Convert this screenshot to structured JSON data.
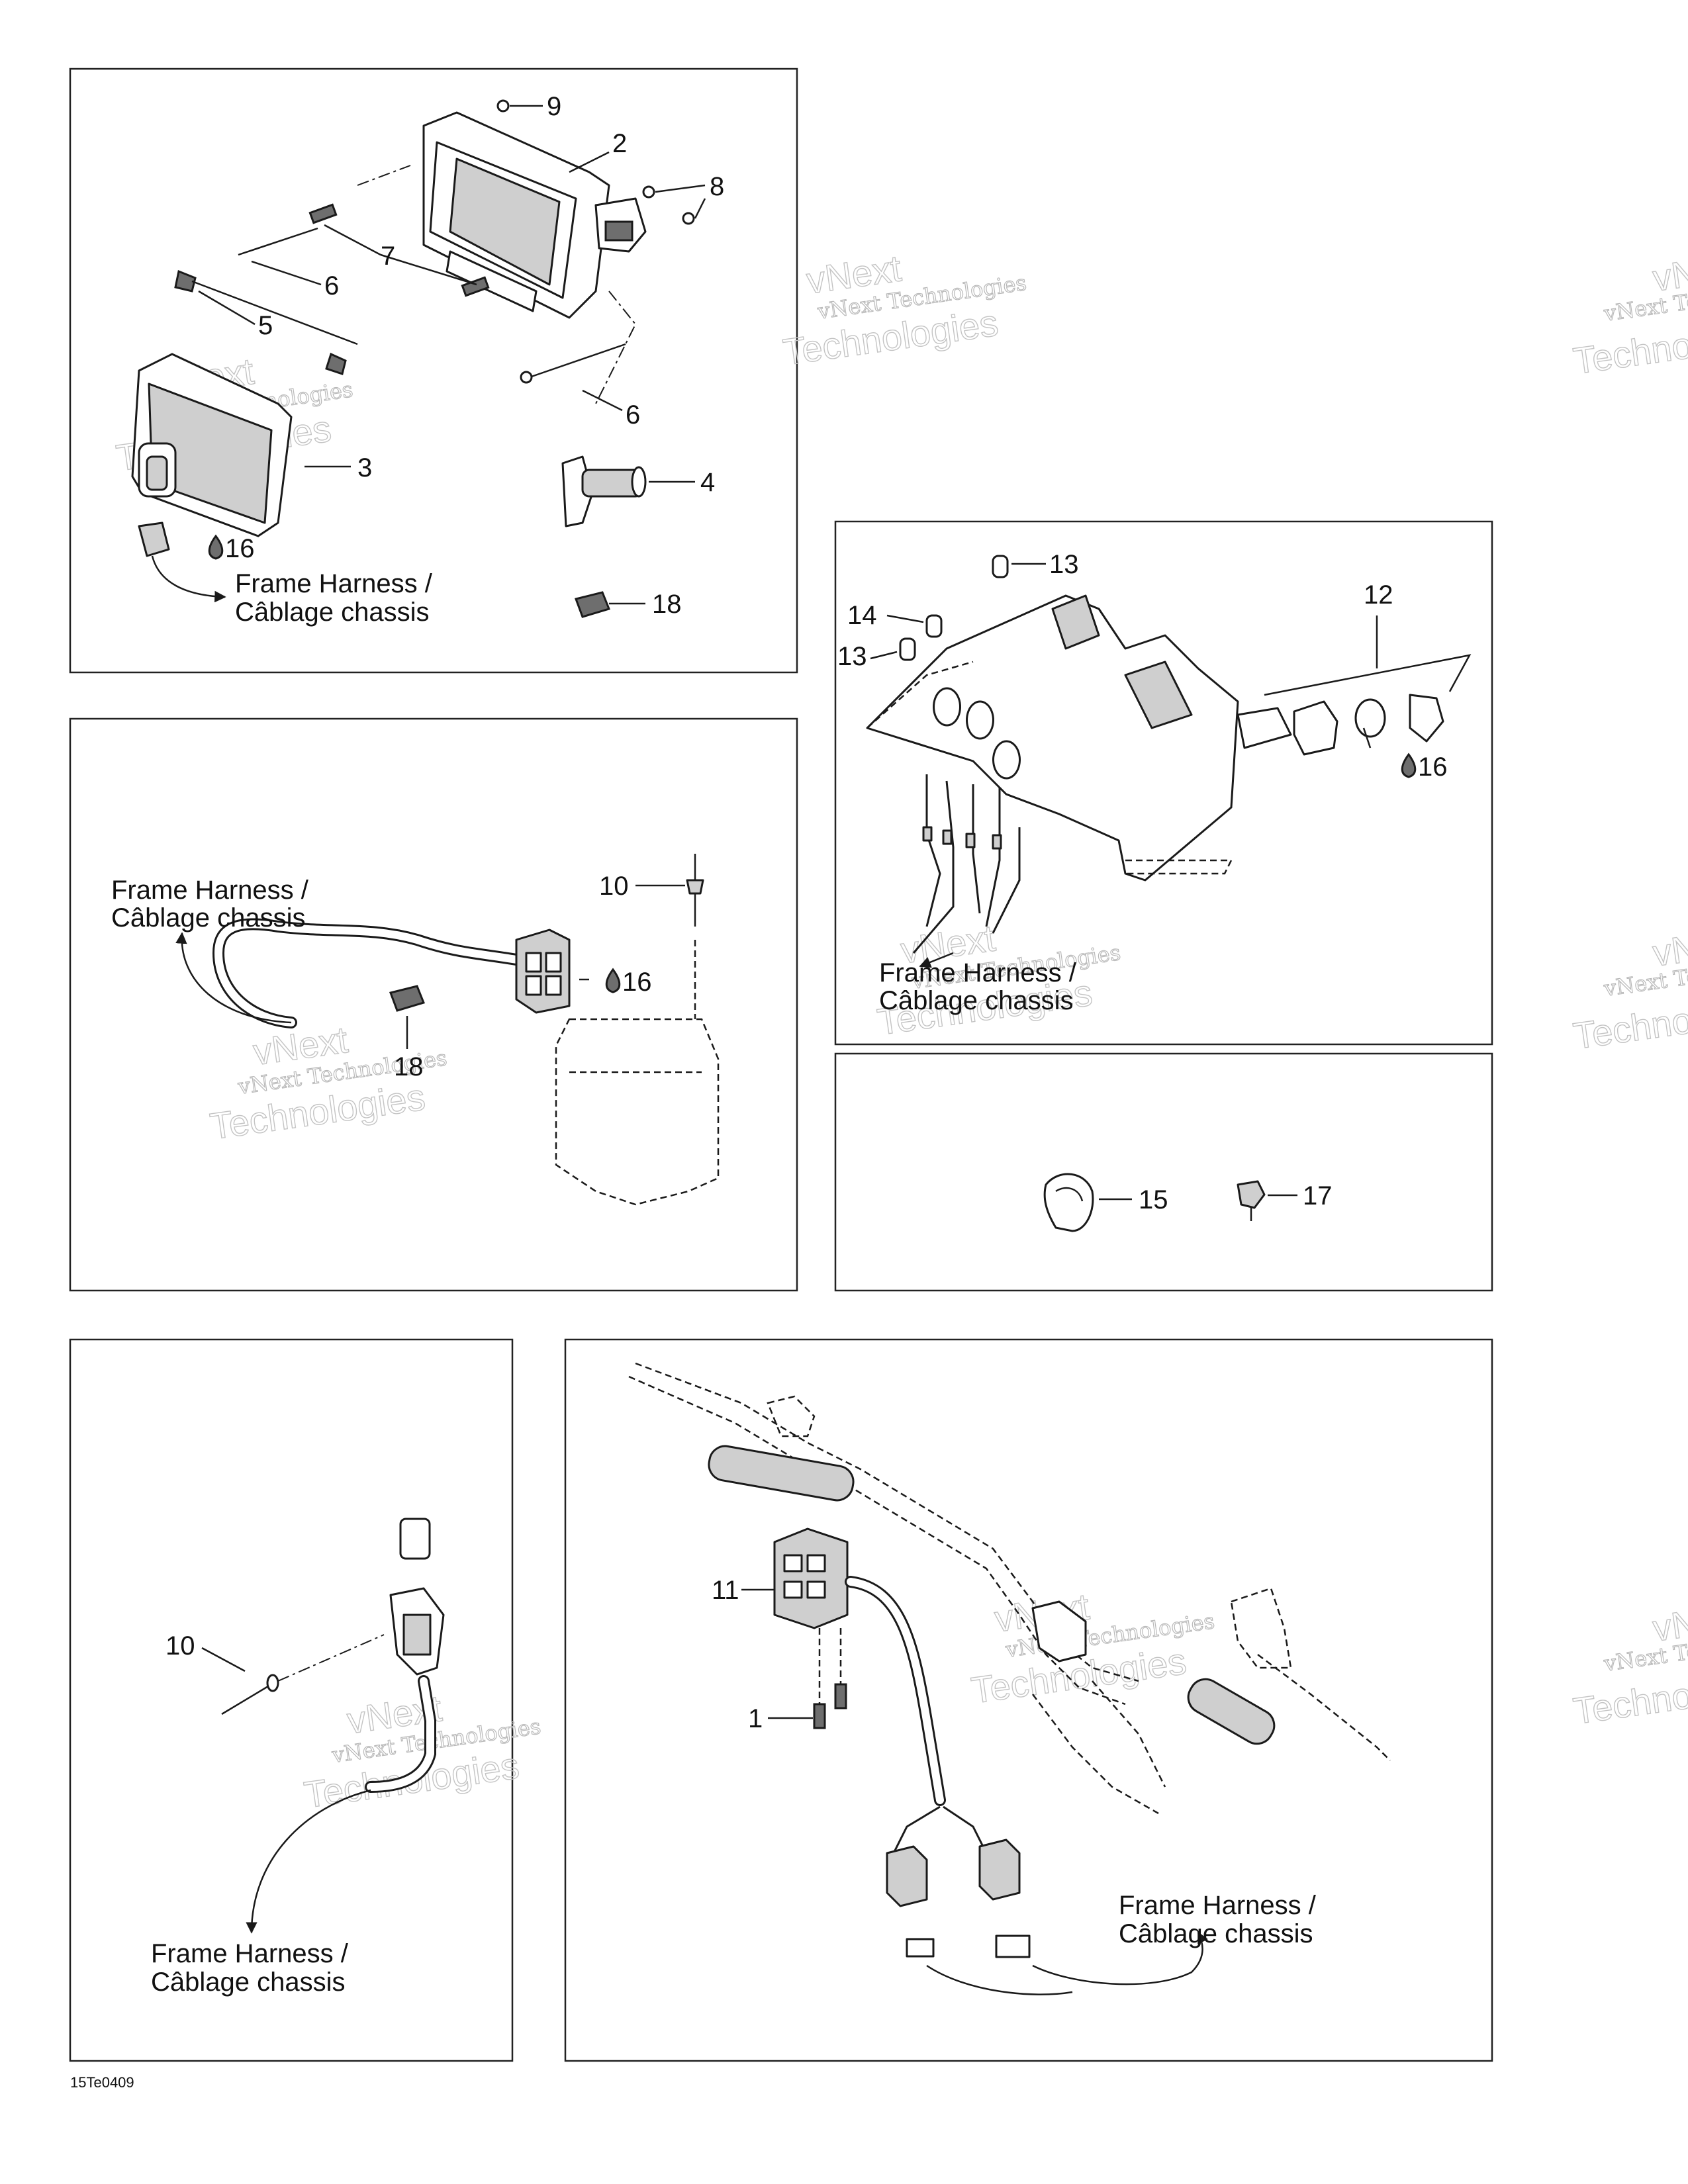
{
  "harness_label": {
    "line1": "Frame Harness /",
    "line2": "Câblage chassis"
  },
  "watermark": {
    "company": "vNext Technologies",
    "line1": "vNext",
    "line2": "Technologies",
    "partial_line1": "vNext Tec",
    "partial_line2": "Techno",
    "partial_top": "vN"
  },
  "callouts": {
    "p1": {
      "n9": "9",
      "n2": "2",
      "n8": "8",
      "n7": "7",
      "n6a": "6",
      "n5": "5",
      "n6b": "6",
      "n3": "3",
      "n4": "4",
      "n16": "16",
      "n18": "18"
    },
    "p2": {
      "n10": "10",
      "n16": "16",
      "n18": "18"
    },
    "p3": {
      "n13a": "13",
      "n14": "14",
      "n13b": "13",
      "n12": "12",
      "n16": "16"
    },
    "p4": {
      "n15": "15",
      "n17": "17"
    },
    "p5": {
      "n10": "10"
    },
    "p6": {
      "n11": "11",
      "n1": "1"
    }
  },
  "ref_code": "15Te0409",
  "colors": {
    "ink": "#1a1a1a",
    "watermark": "#c4c4c4",
    "background": "#ffffff"
  }
}
